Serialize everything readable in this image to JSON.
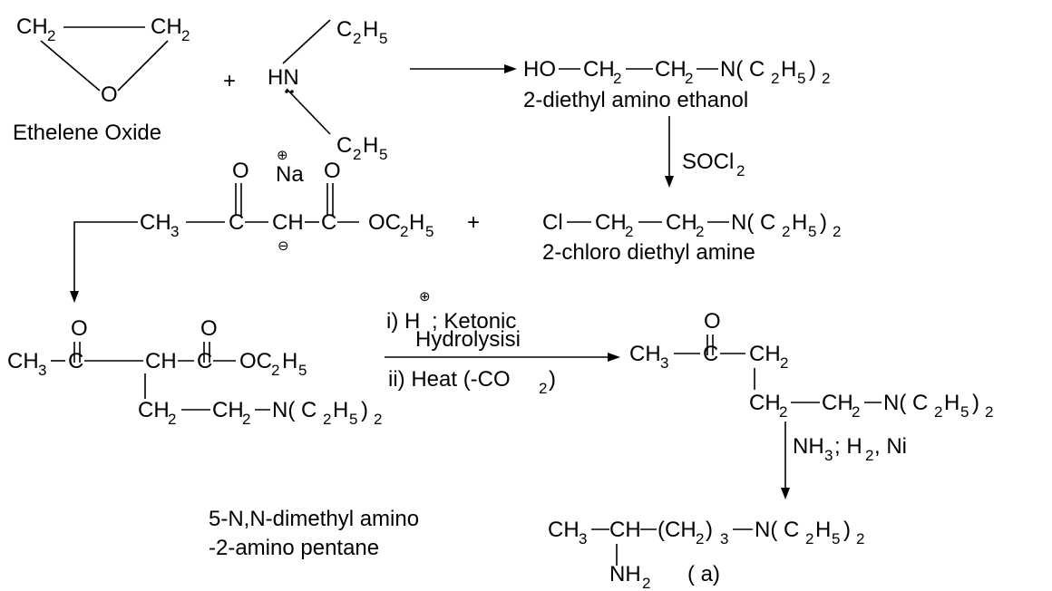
{
  "ethylene_oxide": {
    "ch2_left": "CH",
    "ch2_left_sub": "2",
    "ch2_right": "CH",
    "ch2_right_sub": "2",
    "oxygen": "O",
    "caption": "Ethelene Oxide"
  },
  "plus_1": "+",
  "diethylamine": {
    "hn": "HN",
    "ethyl_top": "C",
    "ethyl_top_sub1": "2",
    "ethyl_top_h": "H",
    "ethyl_top_sub2": "5",
    "ethyl_bottom": "C",
    "ethyl_bottom_sub1": "2",
    "ethyl_bottom_h": "H",
    "ethyl_bottom_sub2": "5"
  },
  "aminoethanol": {
    "ho": "HO",
    "ch2a": "CH",
    "ch2a_sub": "2",
    "ch2b": "CH",
    "ch2b_sub": "2",
    "n_group": "N( C",
    "n_sub1": "2",
    "n_h": "H",
    "n_sub2": "5",
    "n_close": ")",
    "n_sub3": "2",
    "caption": "2-diethyl amino ethanol"
  },
  "step_socl2": {
    "reagent": "SOCl",
    "reagent_sub": "2"
  },
  "sodio_ester": {
    "ch3": "CH",
    "ch3_sub": "3",
    "c1": "C",
    "o1": "O",
    "ch": "CH",
    "na": "Na",
    "plus_charge": "⊕",
    "minus_charge": "⊖",
    "c2": "C",
    "o2": "O",
    "oc2h5": "OC",
    "oc2h5_sub1": "2",
    "oc2h5_h": "H",
    "oc2h5_sub2": "5"
  },
  "plus_2": "+",
  "chloro_amine": {
    "cl": "Cl",
    "ch2a": "CH",
    "ch2a_sub": "2",
    "ch2b": "CH",
    "ch2b_sub": "2",
    "n_group": "N( C",
    "n_sub1": "2",
    "n_h": "H",
    "n_sub2": "5",
    "n_close": ")",
    "n_sub3": "2",
    "caption": "2-chloro diethyl amine"
  },
  "alkylated_ester": {
    "ch3": "CH",
    "ch3_sub": "3",
    "c1": "C",
    "o1": "O",
    "ch": "CH",
    "c2": "C",
    "o2": "O",
    "oc2h5": "OC",
    "oc2h5_sub1": "2",
    "oc2h5_h": "H",
    "oc2h5_sub2": "5",
    "ch2a": "CH",
    "ch2a_sub": "2",
    "ch2b": "CH",
    "ch2b_sub": "2",
    "n_group": "N( C",
    "n_sub1": "2",
    "n_h": "H",
    "n_sub2": "5",
    "n_close": ")",
    "n_sub3": "2"
  },
  "step_hydrolysis": {
    "line1_prefix": "i) H",
    "line1_charge": "⊕",
    "line1_suffix": "; Ketonic",
    "line2": "Hydrolysisi",
    "line3": "ii) Heat (-CO",
    "line3_sub": "2",
    "line3_close": ")"
  },
  "ketone": {
    "ch3": "CH",
    "ch3_sub": "3",
    "c": "C",
    "o": "O",
    "ch2_top": "CH",
    "ch2_top_sub": "2",
    "ch2a": "CH",
    "ch2a_sub": "2",
    "ch2b": "CH",
    "ch2b_sub": "2",
    "n_group": "N( C",
    "n_sub1": "2",
    "n_h": "H",
    "n_sub2": "5",
    "n_close": ")",
    "n_sub3": "2"
  },
  "step_reductive_amination": {
    "nh3": "NH",
    "nh3_sub": "3",
    "rest": "; H",
    "h2_sub": "2",
    "ni": ", Ni"
  },
  "product": {
    "caption_line1": "5-N,N-dimethyl amino",
    "caption_line2": "-2-amino pentane",
    "ch3": "CH",
    "ch3_sub": "3",
    "ch": "CH",
    "ch2_group": "(CH",
    "ch2_sub": "2",
    "ch2_close": ")",
    "ch2_count": "3",
    "n_group": "N( C",
    "n_sub1": "2",
    "n_h": "H",
    "n_sub2": "5",
    "n_close": ")",
    "n_sub3": "2",
    "nh2": "NH",
    "nh2_sub": "2",
    "label": "( a)"
  }
}
